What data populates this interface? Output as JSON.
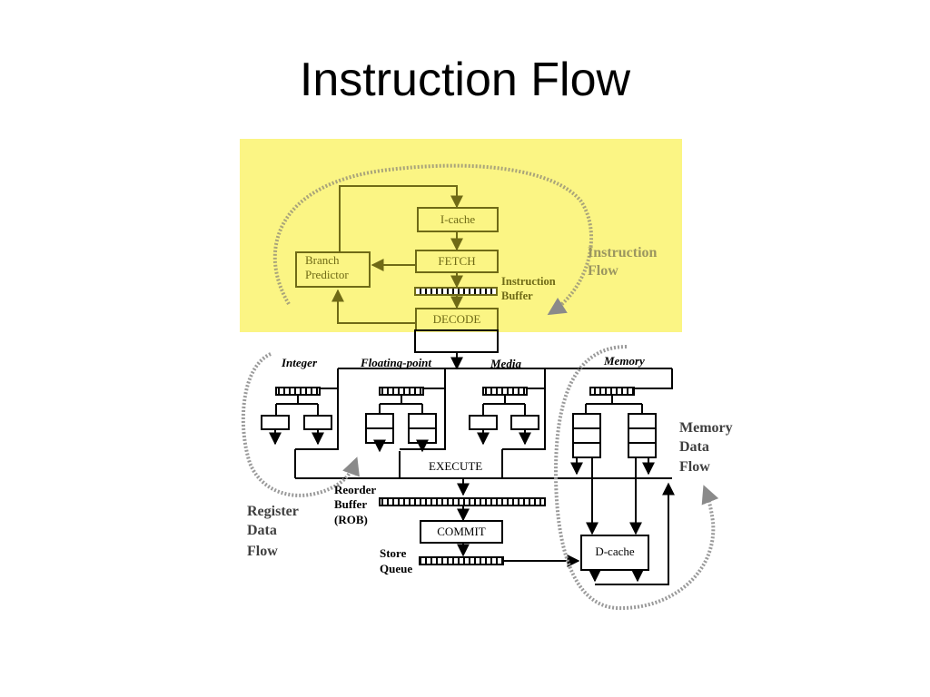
{
  "slide": {
    "title": "Instruction Flow"
  },
  "colors": {
    "highlight": "#fbf584",
    "ink": "#000000",
    "flow_ring": "#999999"
  },
  "frontend": {
    "icache": "I-cache",
    "fetch": "FETCH",
    "branch_predictor": [
      "Branch",
      "Predictor"
    ],
    "instruction_buffer": [
      "Instruction",
      "Buffer"
    ],
    "decode": "DECODE",
    "flow_label": [
      "Instruction",
      "Flow"
    ]
  },
  "backend": {
    "units": [
      "Integer",
      "Floating-point",
      "Media",
      "Memory"
    ],
    "execute": "EXECUTE",
    "rob": [
      "Reorder",
      "Buffer",
      "(ROB)"
    ],
    "commit": "COMMIT",
    "store_queue": [
      "Store",
      "Queue"
    ],
    "dcache": "D-cache",
    "register_flow_label": [
      "Register",
      "Data",
      "Flow"
    ],
    "memory_flow_label": [
      "Memory",
      "Data",
      "Flow"
    ]
  }
}
